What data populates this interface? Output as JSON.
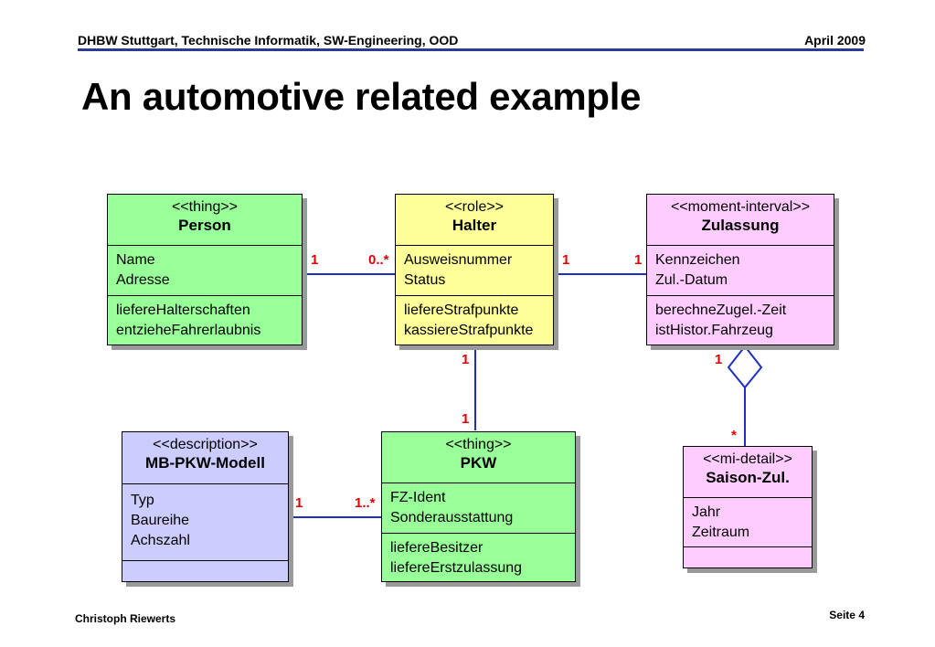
{
  "header": {
    "left": "DHBW Stuttgart, Technische Informatik, SW-Engineering, OOD",
    "right": "April 2009"
  },
  "title": "An automotive related example",
  "footer": {
    "author": "Christoph Riewerts",
    "page": "Seite 4"
  },
  "classes": {
    "person": {
      "stereotype": "<<thing>>",
      "name": "Person",
      "attributes": [
        "Name",
        "Adresse"
      ],
      "operations": [
        "liefereHalterschaften",
        "entzieheFahrerlaubnis"
      ]
    },
    "halter": {
      "stereotype": "<<role>>",
      "name": "Halter",
      "attributes": [
        "Ausweisnummer",
        "Status"
      ],
      "operations": [
        "liefereStrafpunkte",
        "kassiereStrafpunkte"
      ]
    },
    "zulassung": {
      "stereotype": "<<moment-interval>>",
      "name": "Zulassung",
      "attributes": [
        "Kennzeichen",
        "Zul.-Datum"
      ],
      "operations": [
        "berechneZugel.-Zeit",
        "istHistor.Fahrzeug"
      ]
    },
    "mbpkw": {
      "stereotype": "<<description>>",
      "name": "MB-PKW-Modell",
      "attributes": [
        "Typ",
        "Baureihe",
        "Achszahl"
      ],
      "operations": []
    },
    "pkw": {
      "stereotype": "<<thing>>",
      "name": "PKW",
      "attributes": [
        "FZ-Ident",
        "Sonderausstattung"
      ],
      "operations": [
        "liefereBesitzer",
        "liefereErstzulassung"
      ]
    },
    "saison": {
      "stereotype": "<<mi-detail>>",
      "name": "Saison-Zul.",
      "attributes": [
        "Jahr",
        "Zeitraum"
      ],
      "operations": []
    }
  },
  "multiplicities": {
    "person_halter_person": "1",
    "person_halter_halter": "0..*",
    "halter_zulassung_halter": "1",
    "halter_zulassung_zulassung": "1",
    "halter_pkw_halter": "1",
    "halter_pkw_pkw": "1",
    "zulassung_saison_zulassung": "1",
    "zulassung_saison_saison": "*",
    "mbpkw_pkw_mbpkw": "1",
    "mbpkw_pkw_pkw": "1..*"
  },
  "colors": {
    "link": "#1f2fbf",
    "multiplicity": "#e00000",
    "thing": "#99ff99",
    "role": "#ffff99",
    "moment_interval": "#ffccff",
    "description": "#ccccff"
  }
}
